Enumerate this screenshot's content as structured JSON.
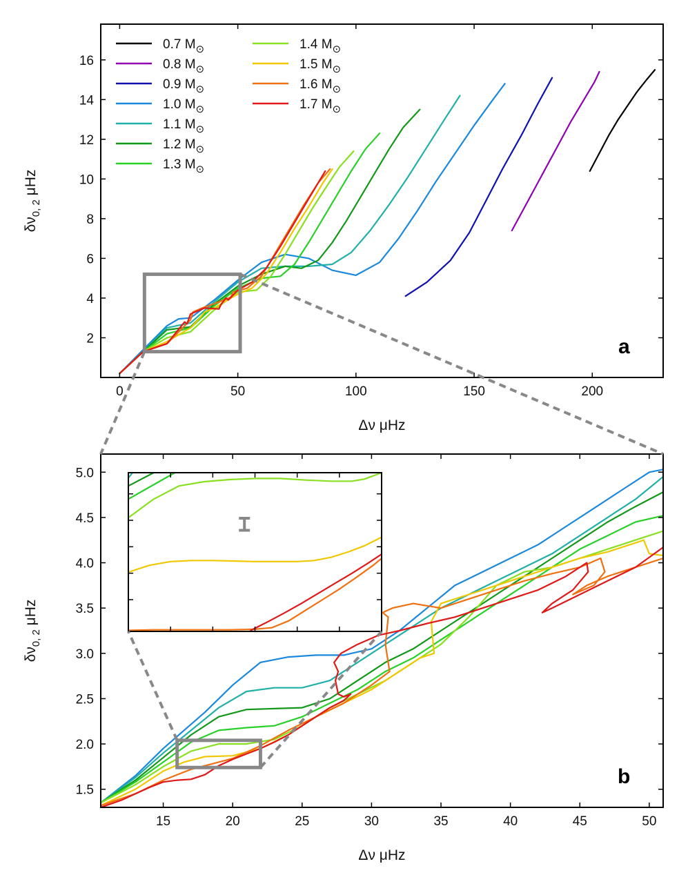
{
  "figure": {
    "panel_a_letter": "a",
    "panel_b_letter": "b",
    "sun_symbol": "⊙",
    "zoom_connector_color": "#888888"
  },
  "chart_data": [
    {
      "id": "panel-a",
      "type": "line",
      "xlabel": "Δν μHz",
      "ylabel": "δν0, 2 μHz",
      "xlim": [
        -8,
        230
      ],
      "ylim": [
        0,
        17.8
      ],
      "xticks": [
        0,
        50,
        100,
        150,
        200
      ],
      "yticks": [
        2,
        4,
        6,
        8,
        10,
        12,
        14,
        16
      ],
      "grid": false,
      "legend_position": "top-left",
      "series": [
        {
          "name": "0.7 M",
          "color": "#000000",
          "x": [
            199,
            203,
            207,
            211,
            215,
            219,
            223,
            226.5
          ],
          "y": [
            10.4,
            11.3,
            12.2,
            13.0,
            13.7,
            14.4,
            15.0,
            15.5
          ]
        },
        {
          "name": "0.8 M",
          "color": "#9000b0",
          "x": [
            166,
            171,
            176,
            181,
            186,
            191,
            196,
            201,
            203
          ],
          "y": [
            7.4,
            8.5,
            9.6,
            10.7,
            11.8,
            12.9,
            13.9,
            14.9,
            15.4
          ]
        },
        {
          "name": "0.9 M",
          "color": "#1010b0",
          "x": [
            121,
            130,
            140,
            148,
            155,
            162,
            170,
            177,
            183
          ],
          "y": [
            4.1,
            4.8,
            5.9,
            7.3,
            8.9,
            10.5,
            12.2,
            13.8,
            15.1
          ]
        },
        {
          "name": "1.0 M",
          "color": "#1a88dd",
          "x": [
            0,
            10,
            20,
            25,
            30,
            40,
            50,
            60,
            70,
            80,
            90,
            100,
            110,
            118,
            126,
            134,
            142,
            150,
            158,
            163
          ],
          "y": [
            0.2,
            1.4,
            2.6,
            2.95,
            3.0,
            3.9,
            4.9,
            5.8,
            6.2,
            6.0,
            5.4,
            5.15,
            5.8,
            7.0,
            8.4,
            9.9,
            11.3,
            12.7,
            14.0,
            14.8
          ]
        },
        {
          "name": "1.1 M",
          "color": "#20b0a8",
          "x": [
            0,
            10,
            20,
            30,
            40,
            50,
            60,
            70,
            80,
            90,
            98,
            106,
            114,
            122,
            130,
            138,
            144
          ],
          "y": [
            0.2,
            1.3,
            2.5,
            2.75,
            3.8,
            4.8,
            5.5,
            5.6,
            5.6,
            5.7,
            6.3,
            7.4,
            8.7,
            10.1,
            11.6,
            13.1,
            14.2
          ]
        },
        {
          "name": "1.2 M",
          "color": "#129818",
          "x": [
            0,
            10,
            20,
            30,
            40,
            50,
            60,
            70,
            77,
            84,
            90,
            96,
            102,
            108,
            114,
            120,
            127
          ],
          "y": [
            0.2,
            1.3,
            2.4,
            2.55,
            3.7,
            4.6,
            5.2,
            5.6,
            5.5,
            5.9,
            6.8,
            7.9,
            9.1,
            10.3,
            11.5,
            12.6,
            13.5
          ]
        },
        {
          "name": "1.3 M",
          "color": "#28d028",
          "x": [
            0,
            10,
            20,
            30,
            40,
            50,
            60,
            68,
            74,
            80,
            86,
            92,
            98,
            104,
            110
          ],
          "y": [
            0.2,
            1.3,
            2.2,
            2.5,
            3.6,
            4.5,
            5.0,
            5.1,
            5.7,
            6.8,
            8.0,
            9.2,
            10.4,
            11.5,
            12.3
          ]
        },
        {
          "name": "1.4 M",
          "color": "#88e020",
          "x": [
            0,
            10,
            20,
            30,
            40,
            50,
            58,
            64,
            70,
            76,
            82,
            88,
            93,
            99
          ],
          "y": [
            0.2,
            1.3,
            2.0,
            2.3,
            3.4,
            4.3,
            4.4,
            5.1,
            6.2,
            7.4,
            8.6,
            9.7,
            10.6,
            11.4
          ]
        },
        {
          "name": "1.5 M",
          "color": "#f0c800",
          "x": [
            0,
            10,
            20,
            30,
            34,
            36,
            40,
            50,
            56,
            62,
            68,
            74,
            80,
            86,
            90
          ],
          "y": [
            0.2,
            1.3,
            1.8,
            2.5,
            3.0,
            3.3,
            3.5,
            4.2,
            4.5,
            5.2,
            6.3,
            7.5,
            8.6,
            9.8,
            10.5
          ]
        },
        {
          "name": "1.6 M",
          "color": "#f07010",
          "x": [
            0,
            10,
            20,
            30,
            31,
            35,
            42,
            47,
            48,
            54,
            60,
            66,
            72,
            78,
            84,
            89
          ],
          "y": [
            0.2,
            1.3,
            1.7,
            2.9,
            3.3,
            3.5,
            3.8,
            4.05,
            4.3,
            4.5,
            5.1,
            6.3,
            7.5,
            8.7,
            9.8,
            10.5
          ]
        },
        {
          "name": "1.7 M",
          "color": "#e01818",
          "x": [
            0,
            10,
            20,
            27.5,
            28.5,
            30,
            36,
            42,
            43,
            45,
            46,
            50,
            56,
            62,
            68,
            74,
            80,
            87
          ],
          "y": [
            0.2,
            1.3,
            1.7,
            2.8,
            2.7,
            3.2,
            3.5,
            3.45,
            3.7,
            4.0,
            3.9,
            4.4,
            4.8,
            5.5,
            6.6,
            7.8,
            9.0,
            10.4
          ]
        }
      ],
      "annotations": {
        "zoom_box": {
          "x": [
            10.5,
            51
          ],
          "y": [
            1.3,
            5.2
          ]
        }
      }
    },
    {
      "id": "panel-b",
      "type": "line",
      "xlabel": "Δν μHz",
      "ylabel": "δν0, 2 μHz",
      "xlim": [
        10.5,
        51
      ],
      "ylim": [
        1.3,
        5.2
      ],
      "xticks": [
        15,
        20,
        25,
        30,
        35,
        40,
        45,
        50
      ],
      "yticks": [
        1.5,
        2.0,
        2.5,
        3.0,
        3.5,
        4.0,
        4.5,
        5.0
      ],
      "ytick_labels": [
        "1.5",
        "2.0",
        "2.5",
        "3.0",
        "3.5",
        "4.0",
        "4.5",
        "5.0"
      ],
      "grid": false,
      "series": [
        {
          "name": "1.0 M",
          "color": "#1a88dd",
          "x": [
            10.5,
            13,
            15,
            16.5,
            18,
            20,
            22,
            24,
            26,
            28,
            30,
            32,
            34,
            36,
            38,
            40,
            42,
            44,
            46,
            48,
            50,
            51
          ],
          "y": [
            1.35,
            1.65,
            1.95,
            2.15,
            2.35,
            2.65,
            2.9,
            2.96,
            2.98,
            2.98,
            3.05,
            3.25,
            3.5,
            3.75,
            3.9,
            4.05,
            4.2,
            4.4,
            4.6,
            4.8,
            5.0,
            5.03
          ]
        },
        {
          "name": "1.1 M",
          "color": "#20b0a8",
          "x": [
            10.5,
            13,
            15,
            17,
            19,
            21,
            23,
            25,
            27,
            29,
            31,
            33,
            35,
            37,
            39,
            41,
            43,
            45,
            47,
            49,
            51
          ],
          "y": [
            1.35,
            1.63,
            1.9,
            2.15,
            2.4,
            2.58,
            2.62,
            2.62,
            2.7,
            2.9,
            3.1,
            3.3,
            3.5,
            3.65,
            3.8,
            3.95,
            4.1,
            4.3,
            4.5,
            4.7,
            4.95
          ]
        },
        {
          "name": "1.2 M",
          "color": "#129818",
          "x": [
            10.5,
            13,
            15,
            17,
            19,
            21,
            23,
            25,
            27,
            29,
            31,
            33,
            35,
            37,
            39,
            41,
            43,
            45,
            47,
            49,
            51
          ],
          "y": [
            1.35,
            1.6,
            1.85,
            2.1,
            2.3,
            2.38,
            2.39,
            2.4,
            2.5,
            2.7,
            2.9,
            3.05,
            3.25,
            3.45,
            3.65,
            3.85,
            4.05,
            4.25,
            4.45,
            4.62,
            4.78
          ]
        },
        {
          "name": "1.3 M",
          "color": "#28d028",
          "x": [
            10.5,
            13,
            15,
            17,
            19,
            21,
            23,
            25,
            27,
            29,
            31,
            33,
            35,
            37,
            39,
            41,
            43,
            45,
            47,
            49,
            51
          ],
          "y": [
            1.35,
            1.58,
            1.8,
            2.02,
            2.15,
            2.18,
            2.2,
            2.3,
            2.45,
            2.6,
            2.8,
            2.95,
            3.15,
            3.35,
            3.55,
            3.75,
            3.95,
            4.15,
            4.3,
            4.45,
            4.52
          ]
        },
        {
          "name": "1.4 M",
          "color": "#88e020",
          "x": [
            10.5,
            13,
            15,
            17,
            19,
            21,
            23,
            25,
            27,
            29,
            31,
            33,
            35,
            37,
            39,
            41,
            43,
            45,
            47,
            49,
            51
          ],
          "y": [
            1.35,
            1.55,
            1.75,
            1.92,
            2.0,
            2.0,
            2.05,
            2.2,
            2.4,
            2.55,
            2.7,
            2.9,
            3.1,
            3.4,
            3.75,
            3.9,
            3.95,
            4.05,
            4.15,
            4.25,
            4.35
          ]
        },
        {
          "name": "1.5 M",
          "color": "#f0c800",
          "x": [
            10.5,
            13,
            15,
            16.5,
            18,
            20,
            22,
            24,
            26,
            28,
            30,
            32,
            33.5,
            34.5,
            34.3,
            35,
            37,
            39,
            41,
            43,
            45,
            47,
            49,
            49.6,
            50,
            51
          ],
          "y": [
            1.32,
            1.5,
            1.7,
            1.8,
            1.86,
            1.87,
            1.95,
            2.1,
            2.3,
            2.45,
            2.6,
            2.8,
            2.95,
            3.0,
            3.35,
            3.55,
            3.65,
            3.75,
            3.85,
            3.95,
            4.05,
            4.12,
            4.22,
            4.25,
            4.1,
            4.08
          ]
        },
        {
          "name": "1.6 M",
          "color": "#f07010",
          "x": [
            10.5,
            13,
            15,
            17,
            19,
            20,
            22,
            24,
            26,
            28,
            30,
            31.3,
            31.0,
            31.2,
            30.8,
            31.5,
            33,
            35,
            37,
            39,
            41,
            43,
            45,
            46.5,
            46.8,
            46,
            44.5,
            45.5,
            47,
            49,
            51
          ],
          "y": [
            1.32,
            1.45,
            1.6,
            1.72,
            1.8,
            1.84,
            1.98,
            2.15,
            2.3,
            2.45,
            2.65,
            2.8,
            3.1,
            3.4,
            3.45,
            3.5,
            3.55,
            3.5,
            3.6,
            3.7,
            3.8,
            3.88,
            3.95,
            4.05,
            3.9,
            3.75,
            3.65,
            3.75,
            3.85,
            3.95,
            4.05
          ]
        },
        {
          "name": "1.7 M",
          "color": "#e01818",
          "x": [
            10.5,
            12,
            13,
            14,
            15,
            16,
            17,
            18,
            19,
            20,
            21,
            22,
            23,
            24,
            25,
            26,
            27,
            28,
            28.5,
            28,
            27.6,
            27.4,
            27.6,
            27.3,
            27.8,
            29,
            30.5,
            32,
            34,
            36,
            38,
            40,
            42,
            44,
            45.5,
            45.6,
            44.5,
            43,
            42.3,
            43,
            45,
            47,
            49,
            51
          ],
          "y": [
            1.3,
            1.38,
            1.45,
            1.52,
            1.58,
            1.6,
            1.61,
            1.66,
            1.76,
            1.83,
            1.89,
            1.95,
            2.02,
            2.1,
            2.2,
            2.3,
            2.4,
            2.48,
            2.55,
            2.52,
            2.55,
            2.7,
            2.8,
            2.9,
            3.0,
            3.1,
            3.2,
            3.25,
            3.33,
            3.4,
            3.5,
            3.6,
            3.7,
            3.85,
            4.0,
            3.9,
            3.7,
            3.55,
            3.45,
            3.5,
            3.65,
            3.8,
            3.95,
            4.17
          ]
        }
      ],
      "annotations": {
        "zoom_box": {
          "x": [
            16,
            22
          ],
          "y": [
            1.74,
            2.04
          ]
        }
      }
    },
    {
      "id": "inset",
      "type": "line",
      "xlim": [
        16,
        22
      ],
      "ylim": [
        1.74,
        2.04
      ],
      "grid": false,
      "error_bar": {
        "x": 18.75,
        "y_low": 1.935,
        "y_high": 1.95
      },
      "series": [
        {
          "name": "1.1 M",
          "color": "#20b0a8",
          "x": [
            16,
            16.1
          ],
          "y": [
            2.03,
            2.04
          ]
        },
        {
          "name": "1.2 M",
          "color": "#129818",
          "x": [
            16,
            16.6
          ],
          "y": [
            2.015,
            2.04
          ]
        },
        {
          "name": "1.3 M",
          "color": "#28d028",
          "x": [
            16,
            17.1
          ],
          "y": [
            1.99,
            2.04
          ]
        },
        {
          "name": "1.4 M",
          "color": "#88e020",
          "x": [
            16,
            16.6,
            17.2,
            17.8,
            18.4,
            19,
            19.6,
            20.2,
            20.8,
            21.3,
            21.6,
            22
          ],
          "y": [
            1.955,
            1.99,
            2.015,
            2.023,
            2.027,
            2.029,
            2.029,
            2.026,
            2.024,
            2.024,
            2.028,
            2.04
          ]
        },
        {
          "name": "1.5 M",
          "color": "#f0c800",
          "x": [
            16,
            16.5,
            17,
            17.5,
            18,
            18.5,
            19,
            19.5,
            20,
            20.4,
            20.8,
            21.2,
            21.6,
            22
          ],
          "y": [
            1.852,
            1.865,
            1.872,
            1.874,
            1.874,
            1.873,
            1.872,
            1.872,
            1.872,
            1.874,
            1.88,
            1.89,
            1.902,
            1.918
          ]
        },
        {
          "name": "1.6 M",
          "color": "#f07010",
          "x": [
            16,
            16.6,
            17.2,
            17.8,
            18.4,
            19,
            19.4,
            19.8,
            20.2,
            20.6,
            21,
            21.4,
            21.8,
            22
          ],
          "y": [
            1.742,
            1.743,
            1.743,
            1.743,
            1.743,
            1.744,
            1.747,
            1.76,
            1.78,
            1.8,
            1.82,
            1.842,
            1.865,
            1.878
          ]
        },
        {
          "name": "1.7 M",
          "color": "#e01818",
          "x": [
            18.9,
            19.3,
            19.7,
            20.1,
            20.5,
            20.9,
            21.3,
            21.7,
            22
          ],
          "y": [
            1.742,
            1.758,
            1.775,
            1.793,
            1.812,
            1.831,
            1.85,
            1.87,
            1.886
          ]
        }
      ]
    }
  ]
}
